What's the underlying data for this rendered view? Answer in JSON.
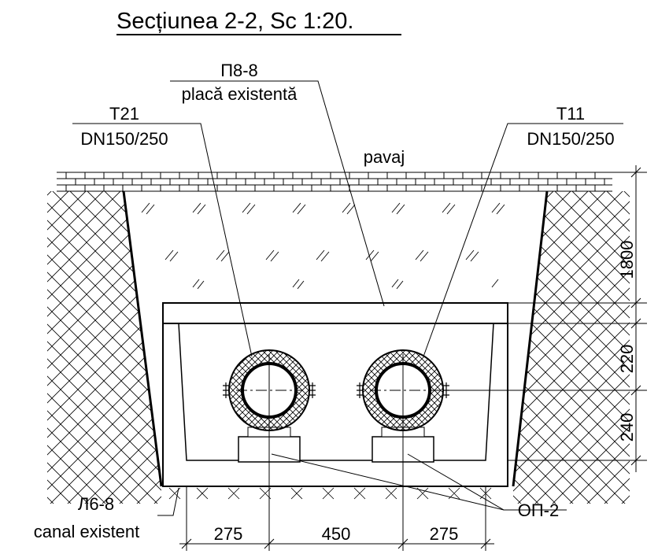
{
  "title": "Secțiunea 2-2, Sc 1:20.",
  "labels": {
    "cover_slab_code": "П8-8",
    "cover_slab_desc": "placă existentă",
    "pipe_left_code": "T21",
    "pipe_left_dn": "DN150/250",
    "pipe_right_code": "T11",
    "pipe_right_dn": "DN150/250",
    "pavement": "pavaj",
    "channel_code": "Л6-8",
    "channel_desc": "canal existent",
    "support_code": "ОП-2"
  },
  "dimensions": {
    "depth_top": "1800",
    "depth_mid": "220",
    "depth_low": "240",
    "span_left": "275",
    "span_mid": "450",
    "span_right": "275"
  }
}
